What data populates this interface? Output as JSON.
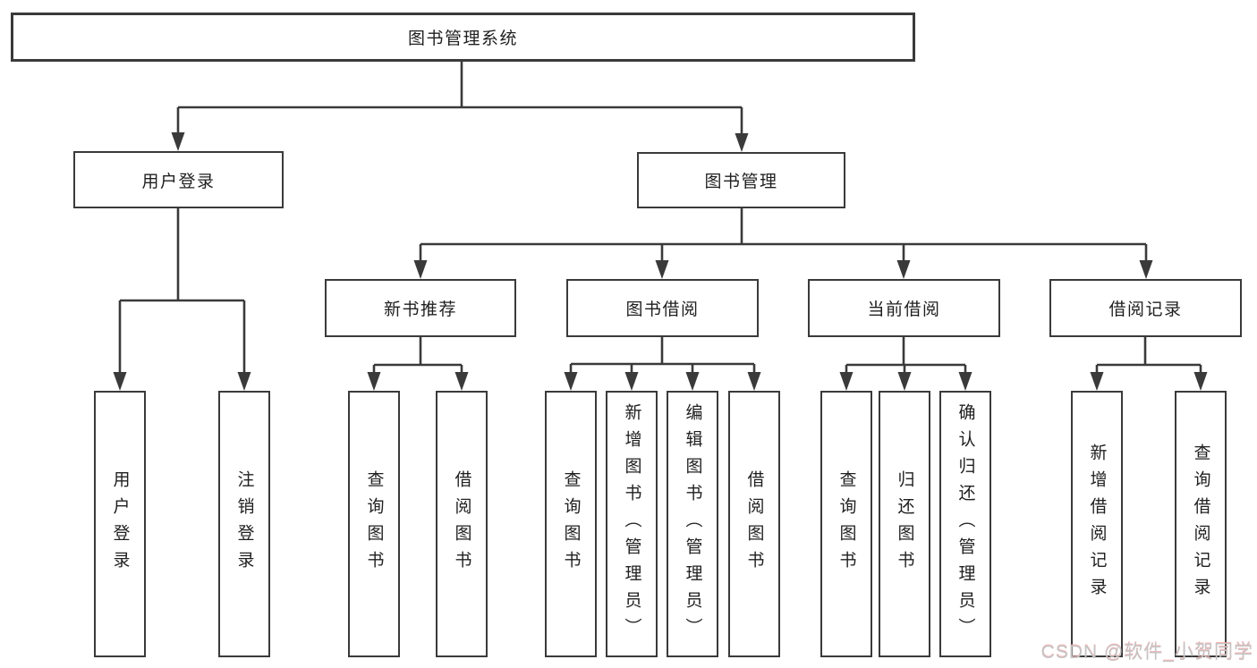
{
  "tree": {
    "root": {
      "label": "图书管理系统"
    },
    "branches": [
      {
        "label": "用户登录",
        "children": [
          {
            "label": "用户登录"
          },
          {
            "label": "注销登录"
          }
        ]
      },
      {
        "label": "图书管理",
        "children": [
          {
            "label": "新书推荐",
            "children": [
              {
                "label": "查询图书"
              },
              {
                "label": "借阅图书"
              }
            ]
          },
          {
            "label": "图书借阅",
            "children": [
              {
                "label": "查询图书"
              },
              {
                "label": "新增图书（管理员）"
              },
              {
                "label": "编辑图书（管理员）"
              },
              {
                "label": "借阅图书"
              }
            ]
          },
          {
            "label": "当前借阅",
            "children": [
              {
                "label": "查询图书"
              },
              {
                "label": "归还图书"
              },
              {
                "label": "确认归还（管理员）"
              }
            ]
          },
          {
            "label": "借阅记录",
            "children": [
              {
                "label": "新增借阅记录"
              },
              {
                "label": "查询借阅记录"
              }
            ]
          }
        ]
      }
    ]
  },
  "watermark": {
    "text": "CSDN @软件_小贺同学"
  },
  "colors": {
    "line": "#3a3a3a",
    "text": "#1f1f1f",
    "box_bg": "#ffffff",
    "watermark": "#c4c4c4"
  }
}
